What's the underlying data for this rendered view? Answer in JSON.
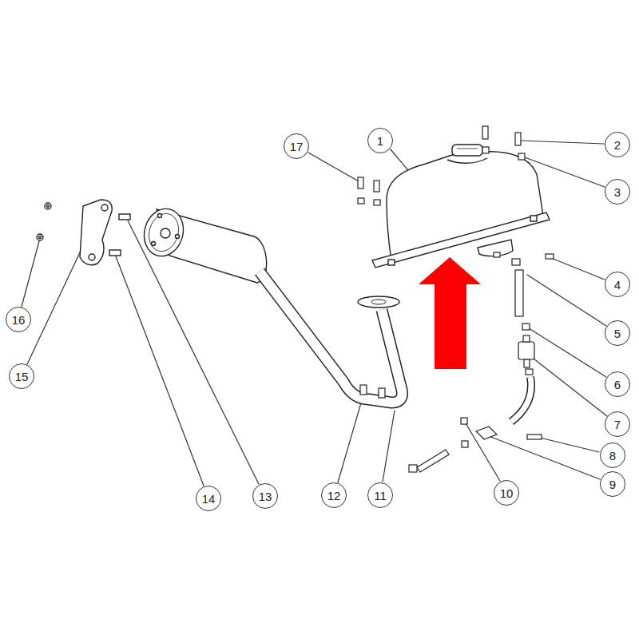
{
  "diagram": {
    "nodes": [
      {
        "text": [
          "1"
        ]
      },
      {
        "text": [
          "2"
        ]
      },
      {
        "text": [
          "17"
        ]
      },
      {
        "text": [
          "3"
        ]
      },
      {
        "text": [
          "4"
        ]
      },
      {
        "text": [
          "16"
        ]
      },
      {
        "text": [
          "5"
        ]
      },
      {
        "text": [
          "15"
        ]
      },
      {
        "text": [
          "6"
        ]
      },
      {
        "text": [
          "7"
        ]
      },
      {
        "text": [
          "8"
        ]
      },
      {
        "text": [
          "9"
        ]
      },
      {
        "text": [
          "10"
        ]
      },
      {
        "text": [
          "11"
        ]
      },
      {
        "text": [
          "12"
        ]
      },
      {
        "text": [
          "13"
        ]
      },
      {
        "text": [
          "14"
        ]
      }
    ]
  }
}
